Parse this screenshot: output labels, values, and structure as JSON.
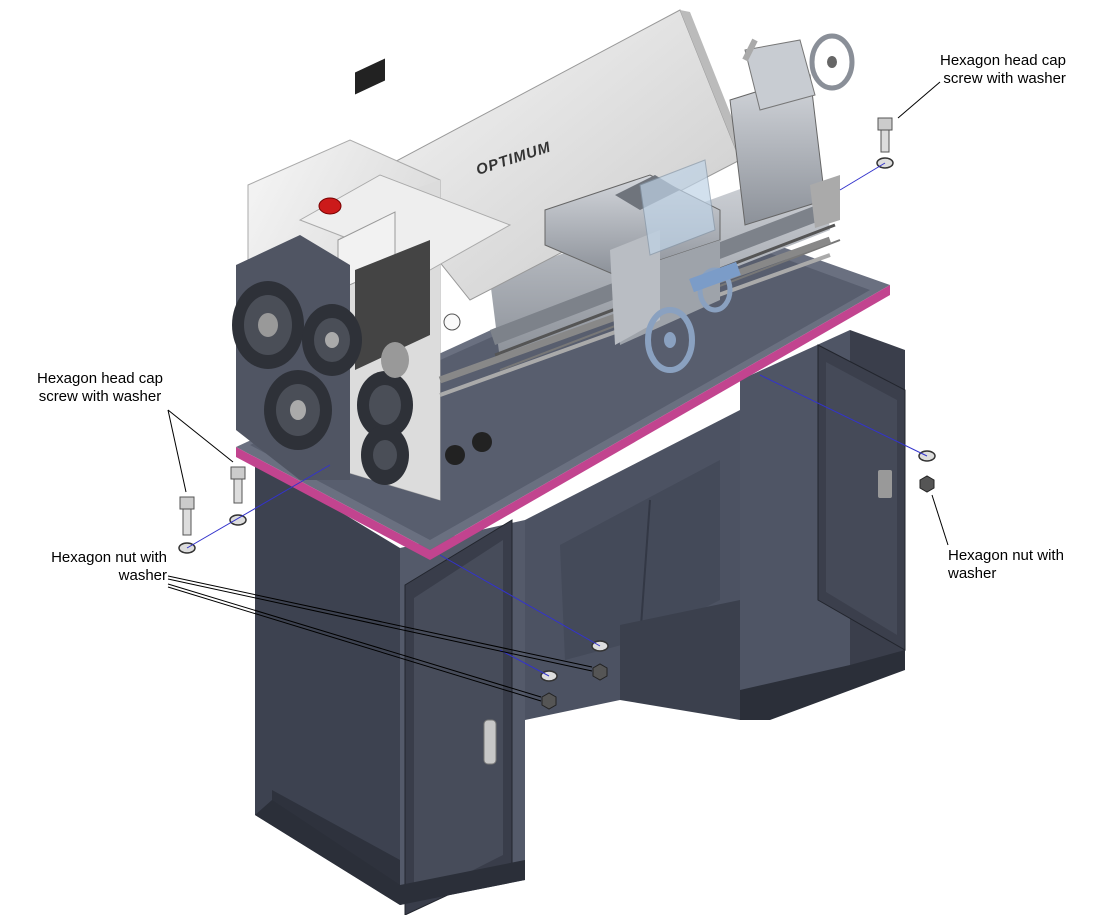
{
  "labels": {
    "top_right": {
      "line1": "Hexagon head cap",
      "line2": "screw with washer"
    },
    "left": {
      "line1": "Hexagon head cap",
      "line2": "screw with washer"
    },
    "bottom_left": {
      "line1": "Hexagon nut with",
      "line2": "washer"
    },
    "right": {
      "line1": "Hexagon nut with",
      "line2": "washer"
    }
  },
  "machine": {
    "brand": "OPTIMUM"
  },
  "colors": {
    "stand": "#4a4f5e",
    "stand_dark": "#353a47",
    "stand_light": "#5c6272",
    "tray_edge": "#c2448f",
    "headstock": "#e9e9e9",
    "steel": "#b5b9c0",
    "guide_line": "#3333cc",
    "emergency_stop": "#cc1a1a"
  }
}
